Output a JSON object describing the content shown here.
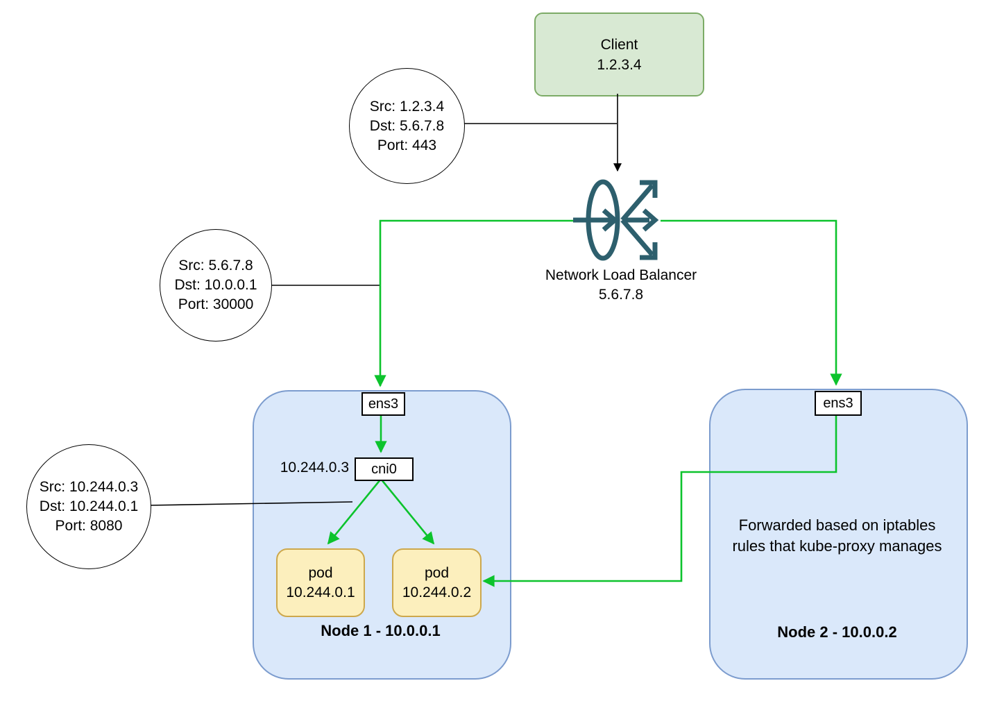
{
  "diagram": {
    "client": {
      "line1": "Client",
      "line2": "1.2.3.4"
    },
    "lb": {
      "label": "Network Load Balancer",
      "ip": "5.6.7.8"
    },
    "callouts": [
      {
        "src": "Src: 1.2.3.4",
        "dst": "Dst: 5.6.7.8",
        "port": "Port: 443"
      },
      {
        "src": "Src: 5.6.7.8",
        "dst": "Dst: 10.0.0.1",
        "port": "Port: 30000"
      },
      {
        "src": "Src: 10.244.0.3",
        "dst": "Dst: 10.244.0.1",
        "port": "Port: 8080"
      }
    ],
    "node1": {
      "ens_label": "ens3",
      "cni_ip": "10.244.0.3",
      "cni_label": "cni0",
      "pods": [
        {
          "line1": "pod",
          "line2": "10.244.0.1"
        },
        {
          "line1": "pod",
          "line2": "10.244.0.2"
        }
      ],
      "title": "Node 1 - 10.0.0.1"
    },
    "node2": {
      "ens_label": "ens3",
      "note_line1": "Forwarded based on iptables",
      "note_line2": "rules that kube-proxy manages",
      "title": "Node 2 - 10.0.0.2"
    },
    "colors": {
      "client_fill": "#d8e9d3",
      "client_border": "#7cab66",
      "node_fill": "#dae8fa",
      "node_border": "#7c9cce",
      "pod_fill": "#fcefbd",
      "pod_border": "#cda84c",
      "arrow_green": "#0cc32c",
      "lb_icon": "#2d5f6d",
      "line_black": "#000000"
    }
  }
}
